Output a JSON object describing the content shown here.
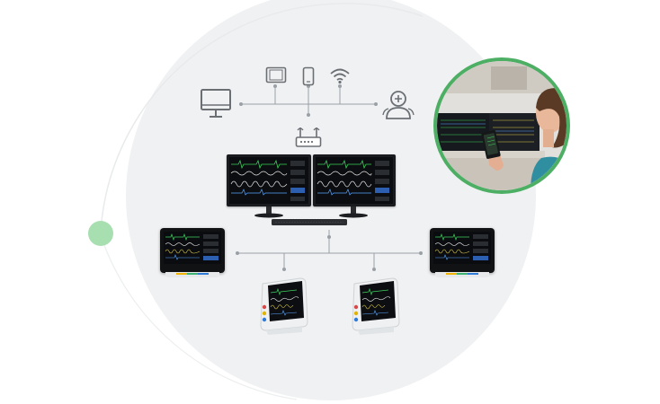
{
  "diagram": {
    "top_devices": [
      "desktop-computer-icon",
      "tablet-icon",
      "smartphone-icon",
      "wifi-icon",
      "medical-staff-icon"
    ],
    "hub": "router-icon",
    "central_station": "dual-display-central-monitoring-station",
    "bedside_monitors": [
      "patient-monitor-left",
      "patient-monitor-bottom-left",
      "patient-monitor-bottom-right",
      "patient-monitor-right"
    ],
    "inset_photo": "clinician-viewing-smartphone-at-central-station",
    "colors": {
      "backdrop_circle": "#f0f1f2",
      "connector_lines": "#9aa0a6",
      "accent_green": "#4caf63",
      "green_dot": "#a8dfb1",
      "icon_stroke": "#6b6f74"
    }
  }
}
